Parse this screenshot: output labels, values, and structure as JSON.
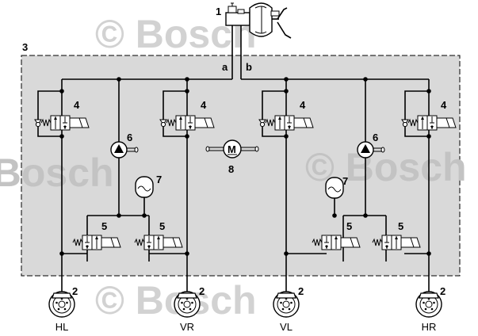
{
  "colors": {
    "module_fill": "#d9d9d9",
    "line": "#000000",
    "watermark": "#d2d2d2"
  },
  "watermark": "© Bosch",
  "labels": {
    "master_cylinder": "1",
    "circuit_a": "a",
    "circuit_b": "b",
    "module": "3",
    "inlet_valve": "4",
    "outlet_valve": "5",
    "return_pump": "6",
    "accumulator": "7",
    "motor": "8",
    "motor_symbol": "M",
    "brake": "2"
  },
  "wheels": [
    "HL",
    "VR",
    "VL",
    "HR"
  ]
}
